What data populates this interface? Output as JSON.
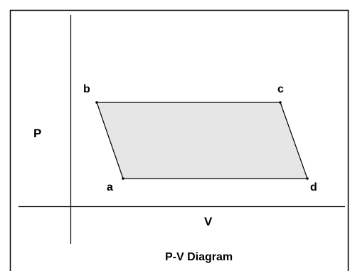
{
  "diagram": {
    "caption": "P-V Diagram",
    "y_axis_label": "P",
    "x_axis_label": "V",
    "region_fill": "#e6e6e6",
    "line_color": "#000000",
    "points": [
      {
        "id": "a",
        "label": "a"
      },
      {
        "id": "b",
        "label": "b"
      },
      {
        "id": "c",
        "label": "c"
      },
      {
        "id": "d",
        "label": "d"
      }
    ]
  }
}
